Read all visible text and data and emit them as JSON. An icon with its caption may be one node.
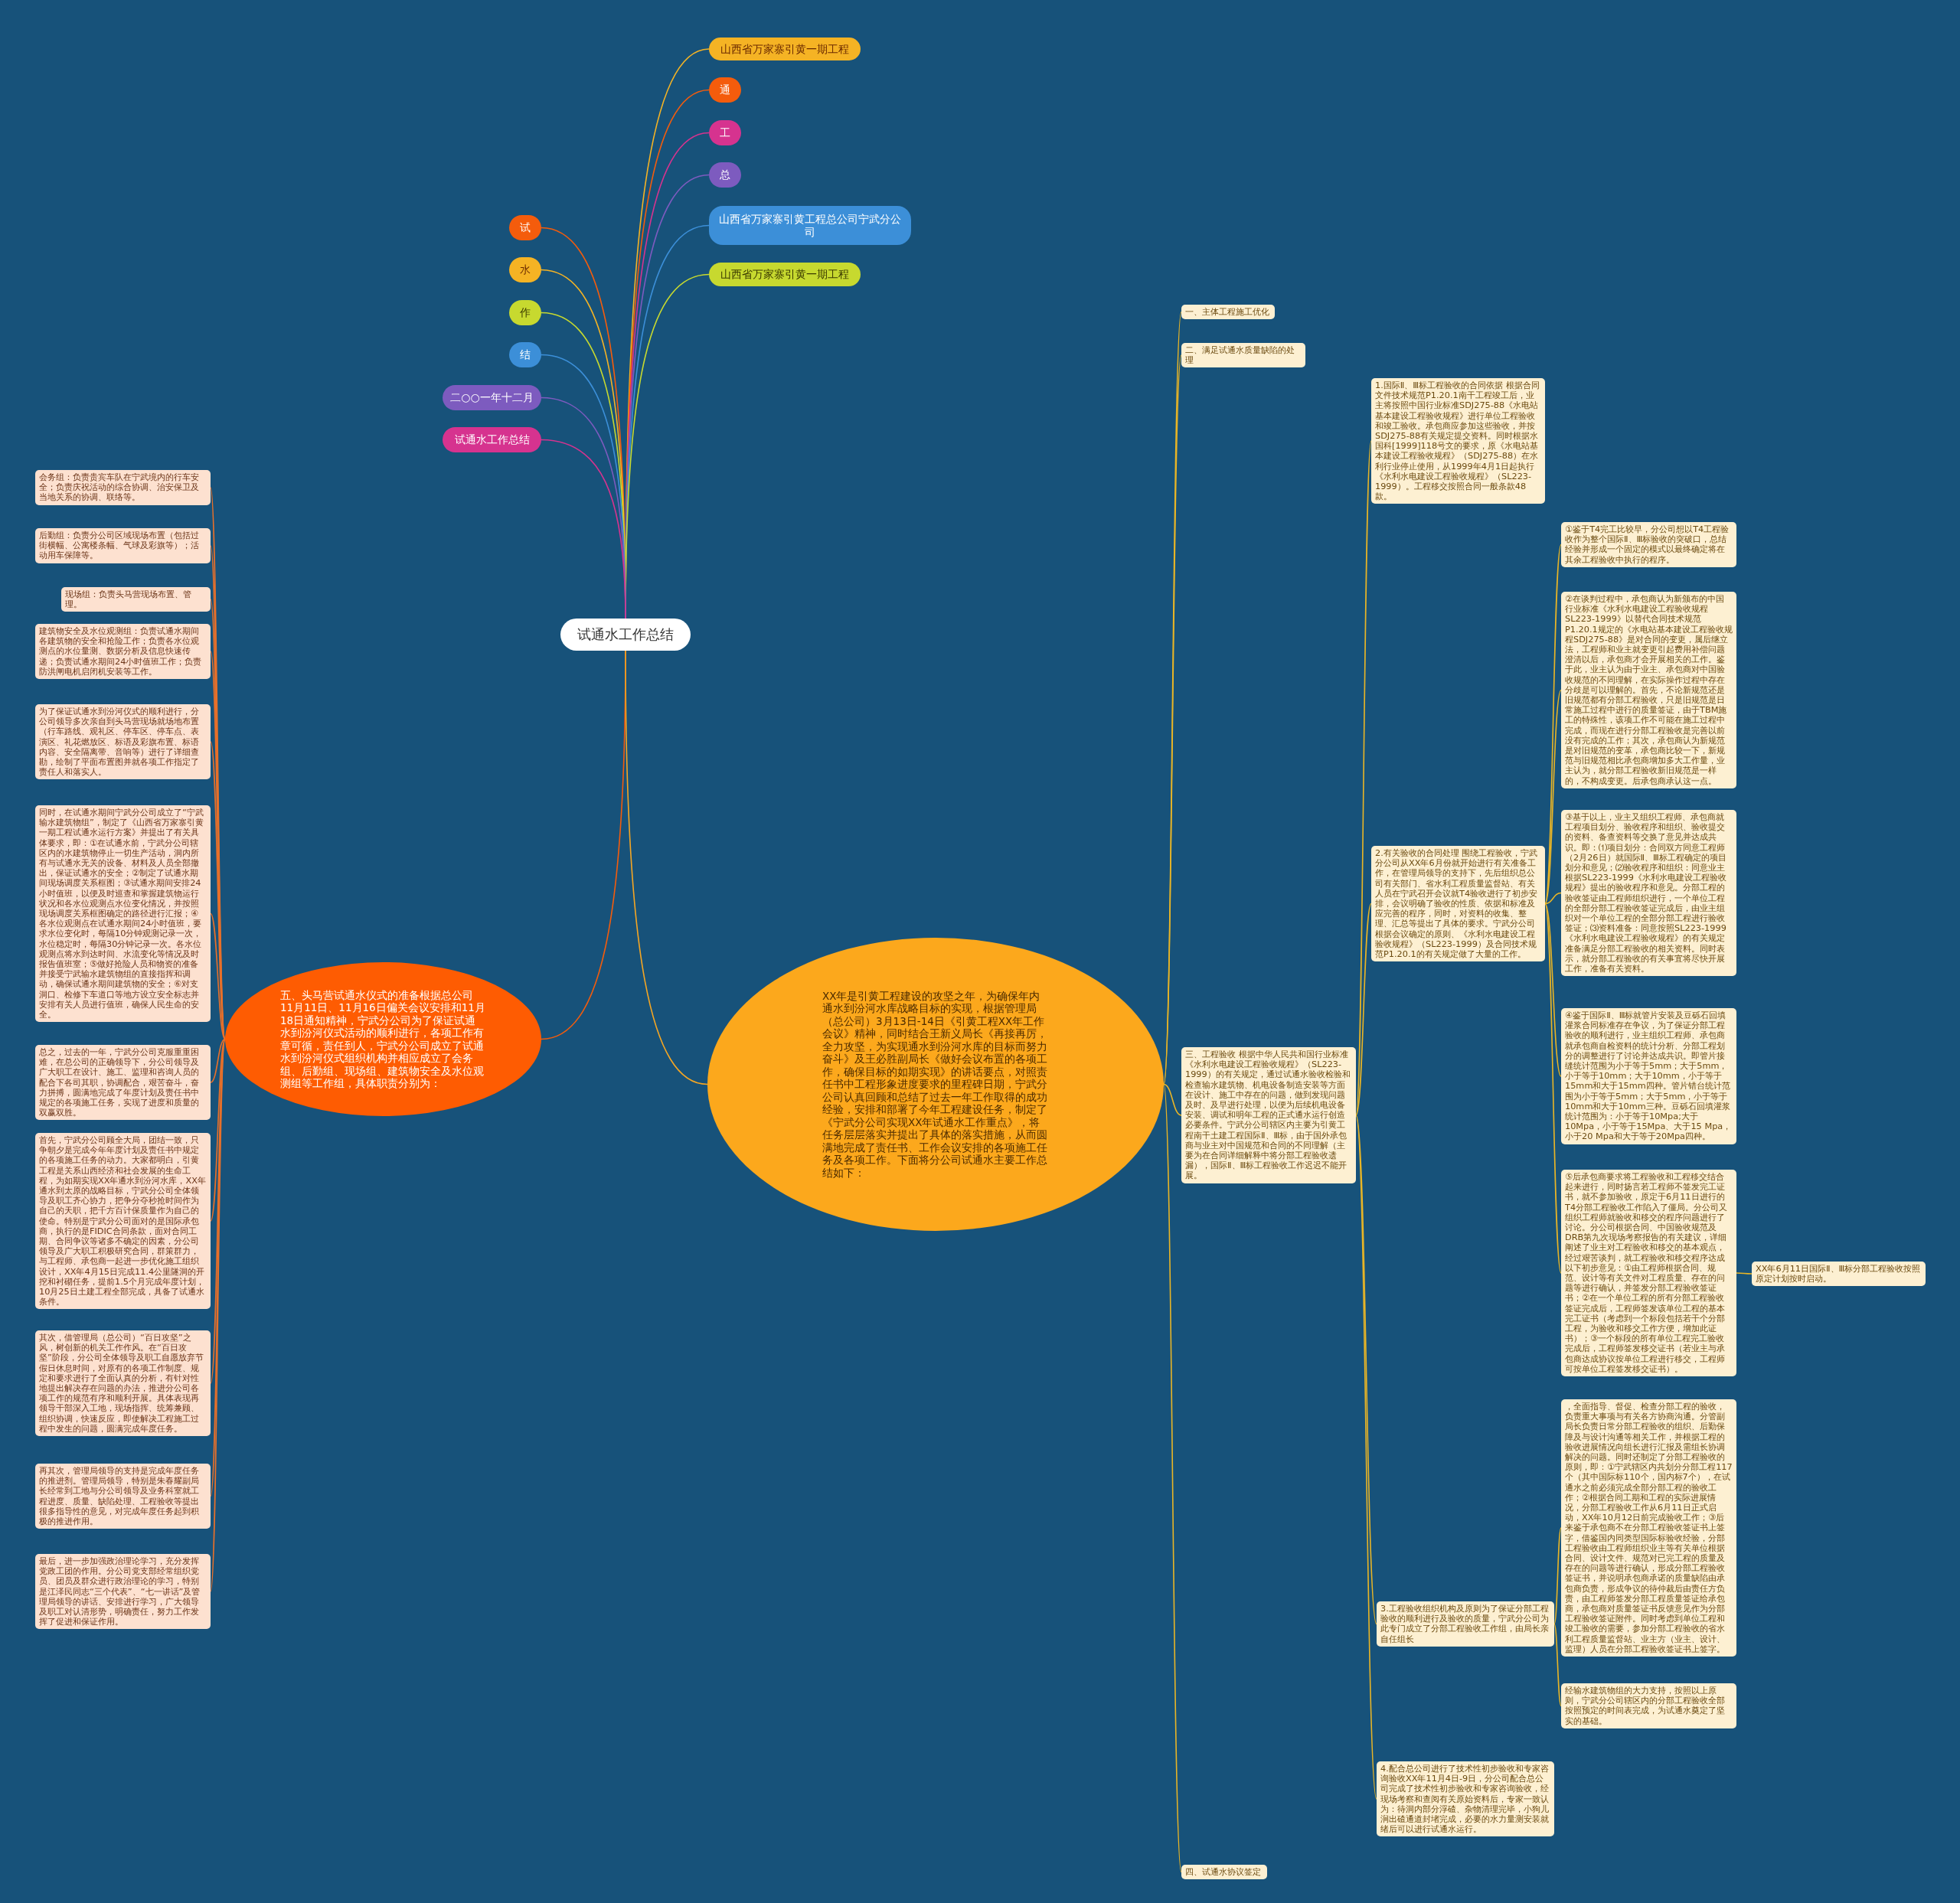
{
  "diagram": {
    "nodes": [
      {
        "text": [
          "试通水工作总结"
        ]
      },
      {
        "text": [
          "山西省万家寨引黄一期工程"
        ]
      },
      {
        "text": [
          "通"
        ]
      },
      {
        "text": [
          "工"
        ]
      },
      {
        "text": [
          "总"
        ]
      },
      {
        "text": [
          "山西省万家寨引黄工程总公司宁武分公司"
        ]
      },
      {
        "text": [
          "山西省万家寨引黄一期工程"
        ]
      },
      {
        "text": [
          "试"
        ]
      },
      {
        "text": [
          "水"
        ]
      },
      {
        "text": [
          "作"
        ]
      },
      {
        "text": [
          "结"
        ]
      },
      {
        "text": [
          "二○○一年十二月"
        ]
      },
      {
        "text": [
          "试通水工作总结"
        ]
      },
      {
        "text": [
          "五、头马营试通水仪式的准备根据总公司11月11日、11月16日偏关会议安排和11月18日通知精神，宁武分公司为了保证试通水到汾河仪式活动的顺利进行，各项工作有章可循，责任到人，宁武分公司成立了试通水到汾河仪式组织机构并相应成立了会务组、后勤组、现场组、建筑物安全及水位观测组等工作组，具体职责分别为："
        ]
      },
      {
        "text": [
          "会务组：负责贵宾车队在宁武境内的行车安全；负责庆祝活动的综合协调、治安保卫及当地关系的协调、联络等。"
        ]
      },
      {
        "text": [
          "后勤组：负责分公司区域现场布置（包括过街横幅、公寓楼条幅、气球及彩旗等）；活动用车保障等。"
        ]
      },
      {
        "text": [
          "现场组：负责头马营现场布置、管理。"
        ]
      },
      {
        "text": [
          "建筑物安全及水位观测组：负责试通水期间各建筑物的安全和抢险工作；负责各水位观测点的水位量测、数据分析及信息快速传递；负责试通水期间24小时值班工作；负责防洪闸电机启闭机安装等工作。"
        ]
      },
      {
        "text": [
          "为了保证试通水到汾河仪式的顺利进行，分公司领导多次亲自到头马营现场就场地布置（行车路线、观礼区、停车区、停车点、表演区、礼花燃放区、标语及彩旗布置、标语内容、安全隔离带、音响等）进行了详细查勘，绘制了平面布置图并就各项工作指定了责任人和落实人。"
        ]
      },
      {
        "text": [
          "同时，在试通水期间宁武分公司成立了“宁武输水建筑物组”，制定了《山西省万家寨引黄一期工程试通水运行方案》并提出了有关具体要求，即：①在试通水前，宁武分公司辖区内的水建筑物停止一切生产活动，洞内所有与试通水无关的设备、材料及人员全部撤出，保证试通水的安全；②制定了试通水期间现场调度关系框图；③试通水期间安排24小时值班，以便及时巡查和掌握建筑物运行状况和各水位观测点水位变化情况，并按照现场调度关系框图确定的路径进行汇报；④各水位观测点在试通水期间24小时值班，要求水位变化时，每隔10分钟观测记录一次，水位稳定时，每隔30分钟记录一次。各水位观测点将水到达时间、水流变化等情况及时报告值班室；⑤做好抢险人员和物资的准备并接受宁武输水建筑物组的直接指挥和调动，确保试通水期间建筑物的安全；⑥对支洞口、检修下车道口等地方设立安全标志并安排有关人员进行值班，确保人民生命的安全。"
        ]
      },
      {
        "text": [
          "总之，过去的一年，宁武分公司克服重重困难，在总公司的正确领导下，分公司领导及广大职工在设计、施工、监理和咨询人员的配合下各司其职，协调配合，艰苦奋斗，奋力拼搏，圆满地完成了年度计划及责任书中规定的各项施工任务，实现了进度和质量的双赢双胜。"
        ]
      },
      {
        "text": [
          "首先，宁武分公司顾全大局，团结一致，只争朝夕是完成今年年度计划及责任书中规定的各项施工任务的动力。大家都明白，引黄工程是关系山西经济和社会发展的生命工程，为如期实现XX年通水到汾河水库，XX年通水到太原的战略目标，宁武分公司全体领导及职工齐心协力，把争分夺秒抢时间作为自己的天职，把千方百计保质量作为自己的使命。特别是宁武分公司面对的是国际承包商，执行的是FIDIC合同条款，面对合同工期、合同争议等诸多不确定的因素，分公司领导及广大职工积极研究合同，群策群力，与工程师、承包商一起进一步优化施工组织设计，XX年4月15日完成11.4公里隧洞的开挖和衬砌任务，提前1.5个月完成年度计划，10月25日土建工程全部完成，具备了试通水条件。"
        ]
      },
      {
        "text": [
          "其次，借管理局（总公司）“百日攻坚”之风，树创新的机关工作作风。在“百日攻坚”阶段，分公司全体领导及职工自愿放弃节假日休息时间，对原有的各项工作制度、规定和要求进行了全面认真的分析，有针对性地提出解决存在问题的办法，推进分公司各项工作的规范有序和顺利开展。具体表现再领导干部深入工地，现场指挥、统筹兼顾、组织协调，快速反应，即使解决工程施工过程中发生的问题，圆满完成年度任务。"
        ]
      },
      {
        "text": [
          "再其次，管理局领导的支持是完成年度任务的推进剂。管理局领导，特别是朱春耀副局长经常到工地与分公司领导及业务科室就工程进度、质量、缺陷处理、工程验收等提出很多指导性的意见，对完成年度任务起到积极的推进作用。"
        ]
      },
      {
        "text": [
          "最后，进一步加强政治理论学习，充分发挥党政工团的作用。分公司党支部经常组织党员、团员及群众进行政治理论的学习，特别是江泽民同志“三个代表”、“七一讲话”及管理局领导的讲话、安排进行学习，广大领导及职工对认清形势，明确责任，努力工作发挥了促进和保证作用。"
        ]
      },
      {
        "text": [
          "XX年是引黄工程建设的攻坚之年，为确保年内通水到汾河水库战略目标的实现，根据管理局（总公司）3月13日-14日《引黄工程XX年工作会议》精神，同时结合王新义局长《再接再厉，全力攻坚，为实现通水到汾河水库的目标而努力奋斗》及王必胜副局长《做好会议布置的各项工作，确保目标的如期实现》的讲话要点，对照责任书中工程形象进度要求的里程碑日期，宁武分公司认真回顾和总结了过去一年工作取得的成功经验，安排和部署了今年工程建设任务，制定了《宁武分公司实现XX年试通水工作重点》，将任务层层落实并提出了具体的落实措施，从而圆满地完成了责任书、工作会议安排的各项施工任务及各项工作。下面将分公司试通水主要工作总结如下："
        ]
      },
      {
        "text": [
          "一、主体工程施工优化"
        ]
      },
      {
        "text": [
          "二、满足试通水质量缺陷的处理"
        ]
      },
      {
        "text": [
          "三、工程验收 根据中华人民共和国行业标准《水利水电建设工程验收规程》（SL223-1999）的有关规定，通过试通水验收检验和检查输水建筑物、机电设备制造安装等方面在设计、施工中存在的问题，做到发现问题及时、及早进行处理，以便为后续机电设备安装、调试和明年工程的正式通水运行创造必要条件。宁武分公司辖区内主要为引黄工程南干土建工程国际Ⅱ、Ⅲ标，由于国外承包商与业主对中国规范和合同的不同理解（主要为在合同详细解释中将分部工程验收遗漏），国际Ⅱ、Ⅲ标工程验收工作迟迟不能开展。"
        ]
      },
      {
        "text": [
          "1.国际Ⅱ、Ⅲ标工程验收的合同依据 根据合同文件技术规范P1.20.1南干工程竣工后，业主将按照中国行业标准SDJ275-88《水电站基本建设工程验收规程》进行单位工程验收和竣工验收。承包商应参加这些验收，并按SDJ275-88有关规定提交资料。同时根据水国科[1999]118号文的要求，原《水电站基本建设工程验收规程》（SDJ275-88）在水利行业停止使用，从1999年4月1日起执行《水利水电建设工程验收规程》（SL223-1999）。工程移交按照合同一般条款48款。"
        ]
      },
      {
        "text": [
          "2.有关验收的合同处理 围绕工程验收，宁武分公司从XX年6月份就开始进行有关准备工作，在管理局领导的支持下，先后组织总公司有关部门、省水利工程质量监督站、有关人员在宁武召开会议就T4验收进行了初步安排，会议明确了验收的性质、依据和标准及应完善的程序，同时，对资料的收集、整理、汇总等提出了具体的要求。宁武分公司根据会议确定的原则、《水利水电建设工程验收规程》（SL223-1999）及合同技术规范P1.20.1的有关规定做了大量的工作。"
        ]
      },
      {
        "text": [
          "①鉴于T4完工比较早，分公司想以T4工程验收作为整个国际Ⅱ、Ⅲ标验收的突破口，总结经验并形成一个固定的模式以最终确定将在其余工程验收中执行的程序。"
        ]
      },
      {
        "text": [
          "②在谈判过程中，承包商认为新颁布的中国行业标准《水利水电建设工程验收规程SL223-1999》以替代合同技术规范P1.20.1规定的《水电站基本建设工程验收规程SDJ275-88》是对合同的变更，属后继立法，工程师和业主就变更引起费用补偿问题澄清以后，承包商才会开展相关的工作。鉴于此，业主认为由于业主、承包商对中国验收规范的不同理解，在实际操作过程中存在分歧是可以理解的。首先，不论新规范还是旧规范都有分部工程验收，只是旧规范是日常施工过程中进行的质量签证，由于TBM施工的特殊性，该项工作不可能在施工过程中完成，而现在进行分部工程验收是完善以前没有完成的工作；其次，承包商认为新规范是对旧规范的变革，承包商比较一下，新规范与旧规范相比承包商增加多大工作量，业主认为，就分部工程验收新旧规范是一样的，不构成变更。后承包商承认这一点。"
        ]
      },
      {
        "text": [
          "③基于以上，业主又组织工程师、承包商就工程项目划分、验收程序和组织、验收提交的资料、备查资料等交换了意见并达成共识。即：⑴项目划分：合同双方同意工程师（2月26日）就国际Ⅱ、Ⅲ标工程确定的项目划分和意见；⑵验收程序和组织：同意业主根据SL223-1999《水利水电建设工程验收规程》提出的验收程序和意见。分部工程的验收签证由工程师组织进行，一个单位工程的全部分部工程验收签证完成后，由业主组织对一个单位工程的全部分部工程进行验收签证；⑶资料准备：同意按照SL223-1999《水利水电建设工程验收规程》的有关规定准备满足分部工程验收的相关资料。同时表示，就分部工程验收的有关事宜将尽快开展工作，准备有关资料。"
        ]
      },
      {
        "text": [
          "④鉴于国际Ⅱ、Ⅲ标就管片安装及豆砾石回填灌浆合同标准存在争议，为了保证分部工程验收的顺利进行，业主组织工程师、承包商就承包商自检资料的统计分析、分部工程划分的调整进行了讨论并达成共识。即管片接缝统计范围为小于等于5mm；大于5mm，小于等于10mm；大于10mm，小于等于15mm和大于15mm四种。管片错台统计范围为小于等于5mm；大于5mm，小于等于10mm和大于10mm三种。豆砾石回填灌浆统计范围为：小于等于10Mpa;大于10Mpa，小于等于15Mpa、大于15 Mpa，小于20 Mpa和大于等于20Mpa四种。"
        ]
      },
      {
        "text": [
          "⑤后承包商要求将工程验收和工程移交结合起来进行，同时扬言若工程师不签发完工证书，就不参加验收，原定于6月11日进行的T4分部工程验收工作陷入了僵局。分公司又组织工程师就验收和移交的程序问题进行了讨论。分公司根据合同、中国验收规范及DRB第九次现场考察报告的有关建议，详细阐述了业主对工程验收和移交的基本观点，经过艰苦谈判，就工程验收和移交程序达成以下初步意见：①由工程师根据合同、规范、设计等有关文件对工程质量、存在的问题等进行确认，并签发分部工程验收签证书；②在一个单位工程的所有分部工程验收签证完成后，工程师签发该单位工程的基本完工证书（考虑到一个标段包括若干个分部工程，为验收和移交工作方便，增加此证书）；③一个标段的所有单位工程完工验收完成后，工程师签发移交证书（若业主与承包商达成协议按单位工程进行移交，工程师可按单位工程签发移交证书）。"
        ]
      },
      {
        "text": [
          "XX年6月11日国际Ⅱ、Ⅲ标分部工程验收按照原定计划按时启动。"
        ]
      },
      {
        "text": [
          "3.工程验收组织机构及原则为了保证分部工程验收的顺利进行及验收的质量，宁武分公司为此专门成立了分部工程验收工作组，由局长亲自任组长"
        ]
      },
      {
        "text": [
          "，全面指导、督促、检查分部工程的验收，负责重大事项与有关各方协商沟通。分管副局长负责日常分部工程验收的组织、后勤保障及与设计沟通等相关工作，并根据工程的验收进展情况向组长进行汇报及需组长协调解决的问题。同时还制定了分部工程验收的原则，即：①宁武辖区内共划分分部工程117个（其中国际标110个，国内标7个），在试通水之前必须完成全部分部工程的验收工作；②根据合同工期和工程的实际进展情况，分部工程验收工作从6月11日正式启动，XX年10月12日前完成验收工作；③后来鉴于承包商不在分部工程验收签证书上签字，借鉴国内同类型国际标验收经验，分部工程验收由工程师组织业主等有关单位根据合同、设计文件、规范对已完工程的质量及存在的问题等进行确认，形成分部工程验收签证书，并说明承包商承诺的质量缺陷由承包商负责，形成争议的待仲裁后由责任方负责，由工程师签发分部工程质量签证给承包商，承包商对质量签证书反馈意见作为分部工程验收签证附件。同时考虑到单位工程和竣工验收的需要，参加分部工程验收的省水利工程质量监督站、业主方（业主、设计、监理）人员在分部工程验收签证书上签字。"
        ]
      },
      {
        "text": [
          "经输水建筑物组的大力支持，按照以上原则，宁武分公司辖区内的分部工程验收全部按照预定的时间表完成，为试通水奠定了坚实的基础。"
        ]
      },
      {
        "text": [
          "4.配合总公司进行了技术性初步验收和专家咨询验收XX年11月4日-9日，分公司配合总公司完成了技术性初步验收和专家咨询验收，经现场考察和查阅有关原始资料后，专家一致认为：待洞内部分浮碴、杂物清理完毕，小狗儿涧出碴通道封堵完成，必要的水力量测安装就绪后可以进行试通水运行。"
        ]
      },
      {
        "text": [
          "四、试通水协议签定"
        ]
      }
    ],
    "edges": [
      {
        "from": 0,
        "to": 1,
        "arrow": "none",
        "color": "#f5b324"
      },
      {
        "from": 0,
        "to": 2,
        "arrow": "none",
        "color": "#f45c0c"
      },
      {
        "from": 0,
        "to": 3,
        "arrow": "none",
        "color": "#d6338f"
      },
      {
        "from": 0,
        "to": 4,
        "arrow": "none",
        "color": "#7d5bbf"
      },
      {
        "from": 0,
        "to": 5,
        "arrow": "none",
        "color": "#3c8fd8"
      },
      {
        "from": 0,
        "to": 6,
        "arrow": "none",
        "color": "#c7d92f"
      },
      {
        "from": 0,
        "to": 7,
        "arrow": "none",
        "color": "#f45c0c"
      },
      {
        "from": 0,
        "to": 8,
        "arrow": "none",
        "color": "#f5b324"
      },
      {
        "from": 0,
        "to": 9,
        "arrow": "none",
        "color": "#c7d92f"
      },
      {
        "from": 0,
        "to": 10,
        "arrow": "none",
        "color": "#3c8fd8"
      },
      {
        "from": 0,
        "to": 11,
        "arrow": "none",
        "color": "#7d5bbf"
      },
      {
        "from": 0,
        "to": 12,
        "arrow": "none",
        "color": "#d6338f"
      },
      {
        "from": 0,
        "to": 13,
        "arrow": "none",
        "color": "#f45c0c"
      },
      {
        "from": 0,
        "to": 25,
        "arrow": "none",
        "color": "#f5a623"
      },
      {
        "from": 13,
        "to": 14,
        "arrow": "none",
        "color": "#e8702a"
      },
      {
        "from": 13,
        "to": 15,
        "arrow": "none",
        "color": "#e8702a"
      },
      {
        "from": 13,
        "to": 16,
        "arrow": "none",
        "color": "#e8702a"
      },
      {
        "from": 13,
        "to": 17,
        "arrow": "none",
        "color": "#e8702a"
      },
      {
        "from": 13,
        "to": 18,
        "arrow": "none",
        "color": "#e8702a"
      },
      {
        "from": 13,
        "to": 19,
        "arrow": "none",
        "color": "#e8702a"
      },
      {
        "from": 13,
        "to": 20,
        "arrow": "none",
        "color": "#e8702a"
      },
      {
        "from": 13,
        "to": 21,
        "arrow": "none",
        "color": "#e8702a"
      },
      {
        "from": 13,
        "to": 22,
        "arrow": "none",
        "color": "#e8702a"
      },
      {
        "from": 13,
        "to": 23,
        "arrow": "none",
        "color": "#e8702a"
      },
      {
        "from": 13,
        "to": 24,
        "arrow": "none",
        "color": "#e8702a"
      },
      {
        "from": 25,
        "to": 26,
        "arrow": "none"
      },
      {
        "from": 25,
        "to": 27,
        "arrow": "none"
      },
      {
        "from": 25,
        "to": 28,
        "arrow": "none"
      },
      {
        "from": 25,
        "to": 41,
        "arrow": "none"
      },
      {
        "from": 28,
        "to": 29,
        "arrow": "none"
      },
      {
        "from": 28,
        "to": 30,
        "arrow": "none"
      },
      {
        "from": 28,
        "to": 37,
        "arrow": "none"
      },
      {
        "from": 28,
        "to": 40,
        "arrow": "none"
      },
      {
        "from": 30,
        "to": 31,
        "arrow": "none"
      },
      {
        "from": 30,
        "to": 32,
        "arrow": "none"
      },
      {
        "from": 30,
        "to": 33,
        "arrow": "none"
      },
      {
        "from": 30,
        "to": 34,
        "arrow": "none"
      },
      {
        "from": 30,
        "to": 35,
        "arrow": "none"
      },
      {
        "from": 35,
        "to": 36,
        "arrow": "none"
      },
      {
        "from": 37,
        "to": 38,
        "arrow": "none"
      },
      {
        "from": 37,
        "to": 39,
        "arrow": "none"
      }
    ]
  }
}
